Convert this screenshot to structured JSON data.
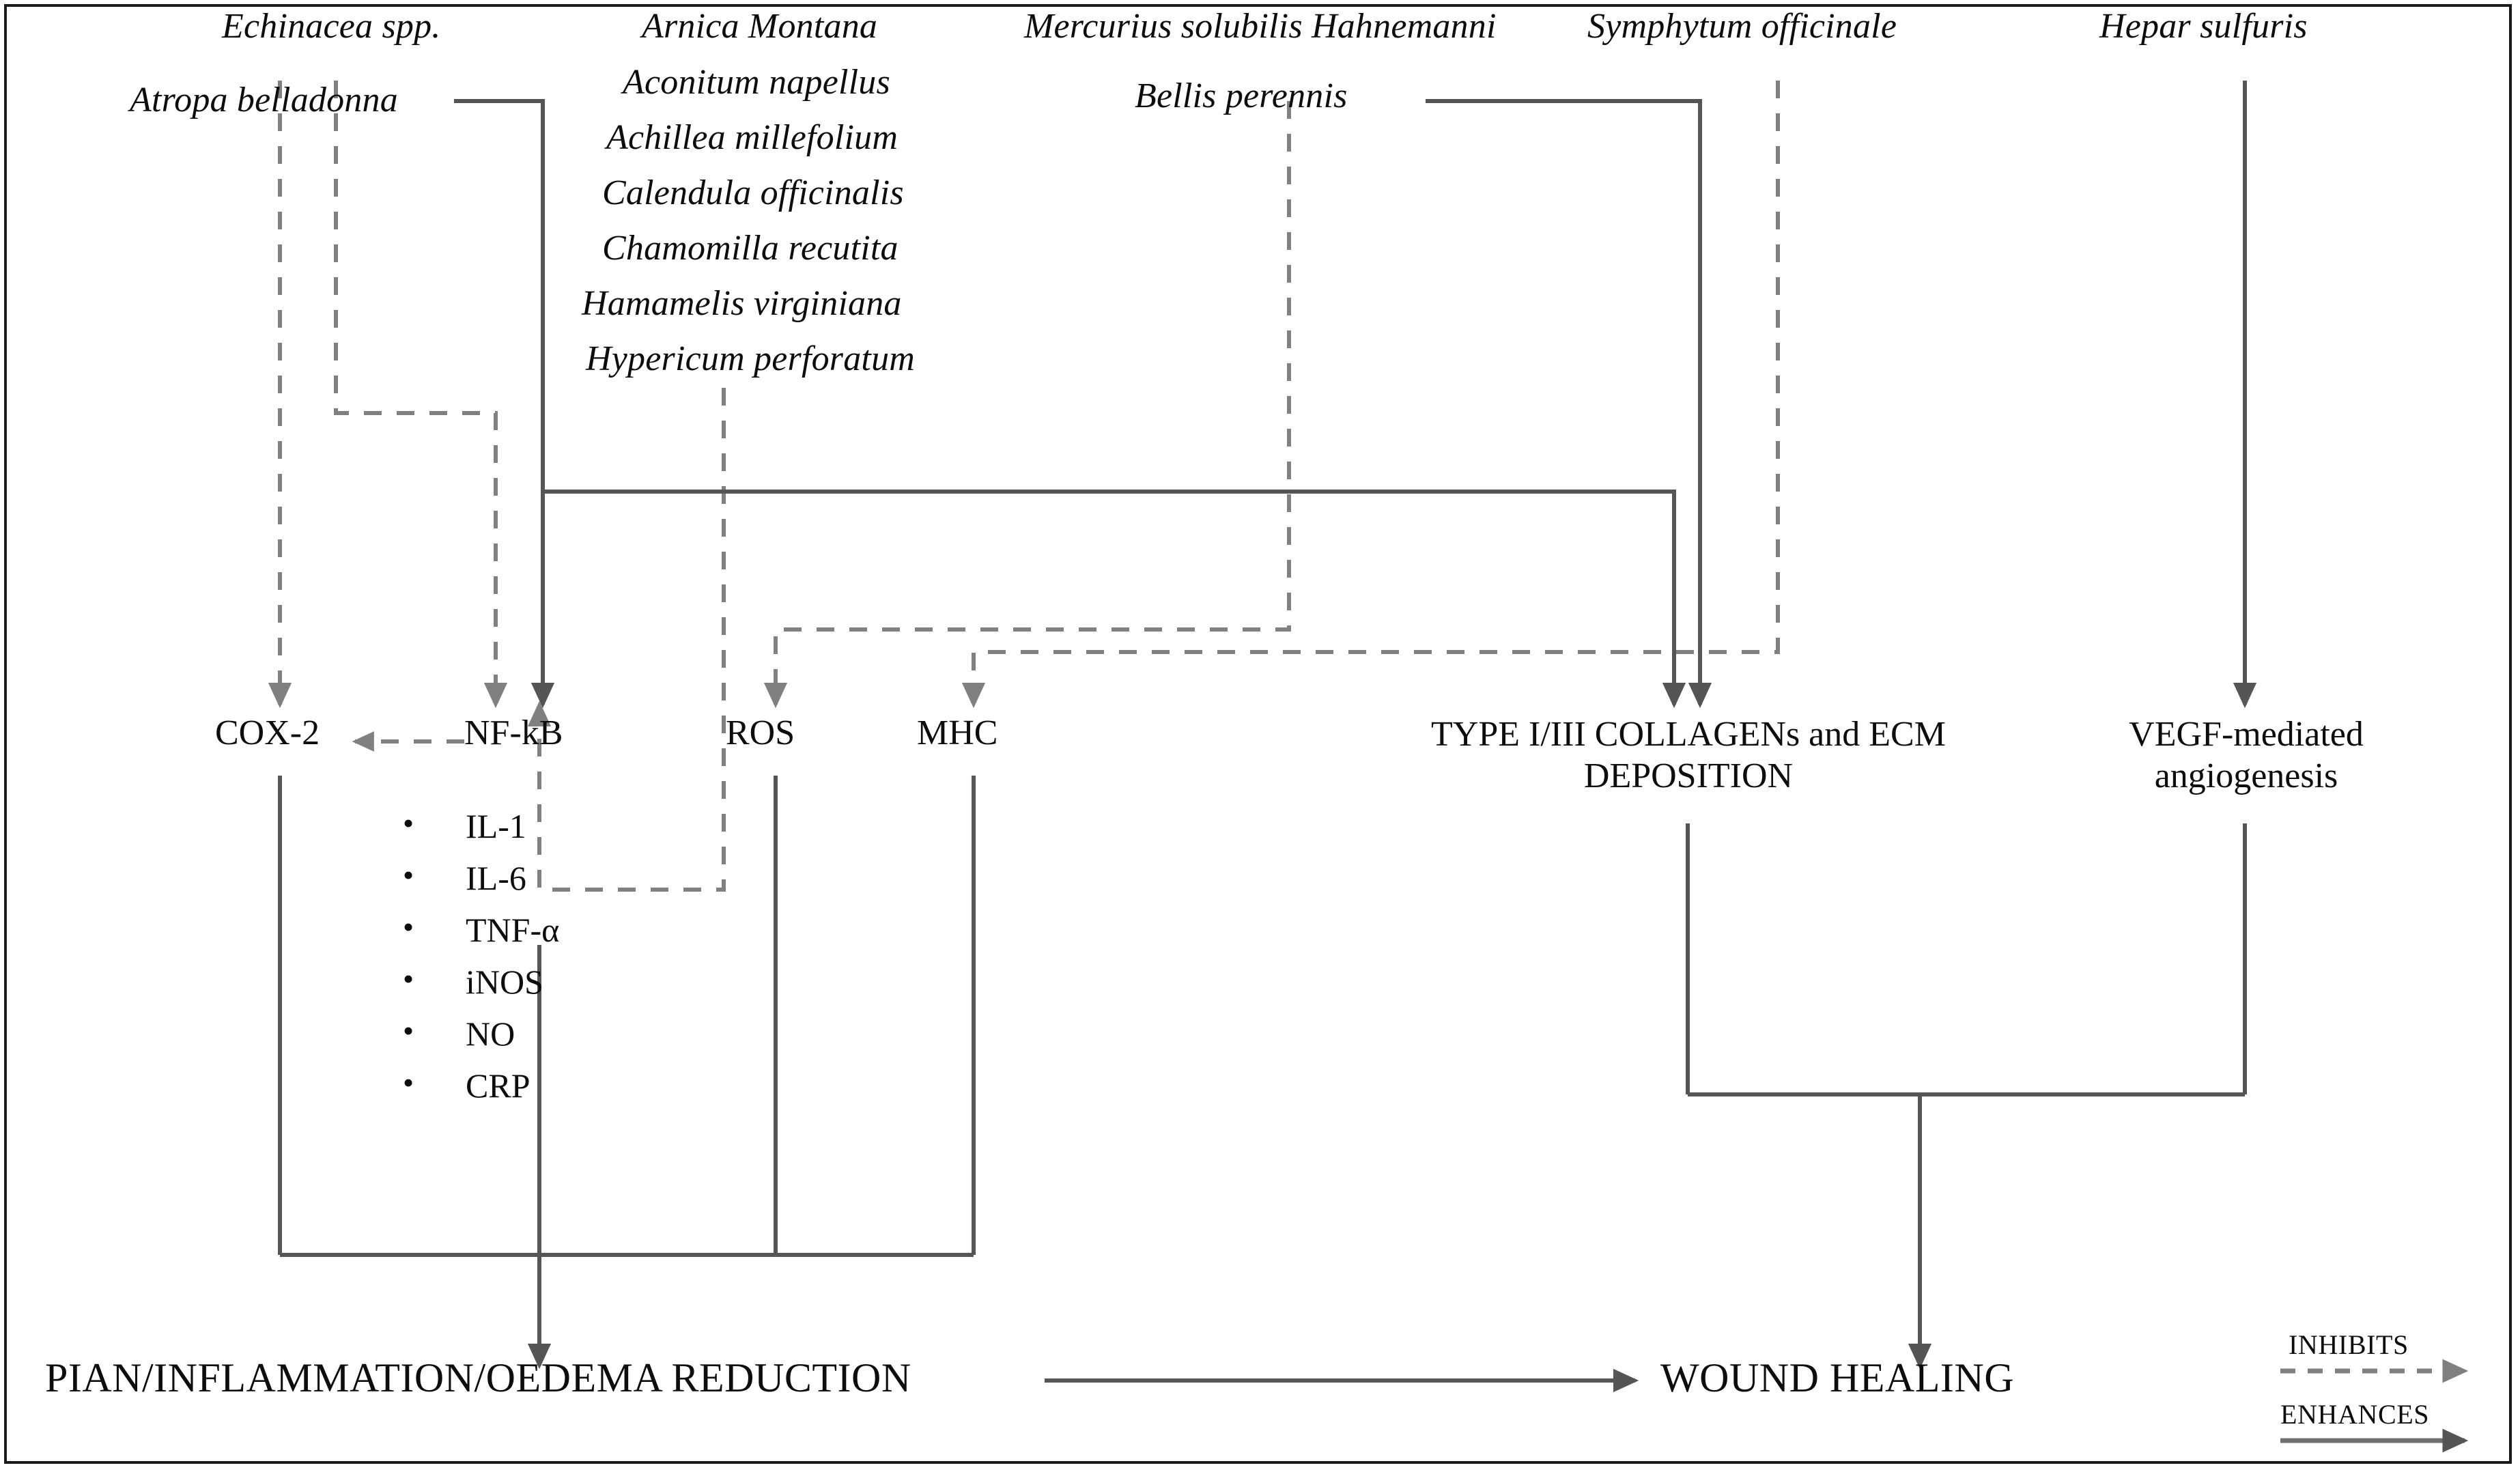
{
  "diagram": {
    "title_present": false,
    "colors": {
      "ink": "#0d0d0d",
      "line_solid": "#4d4d4d",
      "line_dashed": "#808080",
      "frame": "#1a1a1a",
      "background": "#ffffff"
    }
  },
  "remedy_groups": [
    {
      "id": "group-1",
      "items": [
        "Echinacea spp.",
        "Atropa belladonna"
      ]
    },
    {
      "id": "group-2",
      "items": [
        "Arnica Montana",
        "Aconitum napellus",
        "Achillea millefolium",
        "Calendula officinalis",
        "Chamomilla recutita",
        "Hamamelis  virginiana",
        "Hypericum perforatum"
      ]
    },
    {
      "id": "group-3",
      "items": [
        "Mercurius solubilis Hahnemanni",
        "Bellis perennis"
      ]
    },
    {
      "id": "group-4",
      "items": [
        "Symphytum officinale"
      ]
    },
    {
      "id": "group-5",
      "items": [
        "Hepar sulfuris"
      ]
    }
  ],
  "nodes": [
    {
      "id": "cox2",
      "label": "COX-2"
    },
    {
      "id": "nfkb",
      "label": "NF-kB"
    },
    {
      "id": "ros",
      "label": "ROS"
    },
    {
      "id": "mhc",
      "label": "MHC"
    },
    {
      "id": "collagen",
      "label": "TYPE I/III COLLAGENs  and ECM DEPOSITION",
      "line1": "TYPE I/III COLLAGENs  and ECM",
      "line2": "DEPOSITION"
    },
    {
      "id": "vegf",
      "label": "VEGF-mediated angiogenesis",
      "line1": "VEGF-mediated",
      "line2": "angiogenesis"
    }
  ],
  "mediators": {
    "parent": "nfkb",
    "bullet_glyph": "•",
    "items": [
      "IL-1",
      "IL-6",
      "TNF-α",
      "iNOS",
      "NO",
      "CRP"
    ]
  },
  "outcomes": [
    {
      "id": "pain-reduction",
      "label": "PIAN/INFLAMMATION/OEDEMA REDUCTION"
    },
    {
      "id": "wound-healing",
      "label": "WOUND HEALING"
    }
  ],
  "legend": {
    "items": [
      {
        "id": "inhibits",
        "label": "INHIBITS",
        "style": "dashed-arrow"
      },
      {
        "id": "enhances",
        "label": "ENHANCES",
        "style": "solid-arrow"
      }
    ]
  },
  "edges": [
    {
      "from": "Echinacea spp. / Atropa belladonna",
      "to": "COX-2",
      "type": "inhibits"
    },
    {
      "from": "Echinacea spp. / Atropa belladonna",
      "to": "NF-kB",
      "type": "inhibits"
    },
    {
      "from": "Atropa belladonna",
      "to": "NF-kB",
      "type": "enhances"
    },
    {
      "from": "Hypericum perforatum group",
      "to": "NF-kB",
      "type": "inhibits"
    },
    {
      "from": "Mercurius solubilis Hahnemanni / Bellis perennis",
      "to": "ROS",
      "type": "inhibits"
    },
    {
      "from": "Symphytum officinale",
      "to": "MHC",
      "type": "inhibits"
    },
    {
      "from": "Bellis perennis",
      "to": "TYPE I/III COLLAGENs and ECM DEPOSITION",
      "type": "enhances"
    },
    {
      "from": "Symphytum officinale",
      "to": "TYPE I/III COLLAGENs and ECM DEPOSITION",
      "type": "enhances"
    },
    {
      "from": "Hepar sulfuris",
      "to": "VEGF-mediated angiogenesis",
      "type": "enhances"
    },
    {
      "from": "NF-kB",
      "to": "COX-2",
      "type": "inhibits"
    },
    {
      "from": "COX-2 / NF-kB / ROS / MHC",
      "to": "PIAN/INFLAMMATION/OEDEMA REDUCTION",
      "type": "enhances"
    },
    {
      "from": "TYPE I/III COLLAGENs and ECM DEPOSITION / VEGF-mediated angiogenesis",
      "to": "WOUND HEALING",
      "type": "enhances"
    },
    {
      "from": "PIAN/INFLAMMATION/OEDEMA REDUCTION",
      "to": "WOUND HEALING",
      "type": "enhances"
    }
  ]
}
